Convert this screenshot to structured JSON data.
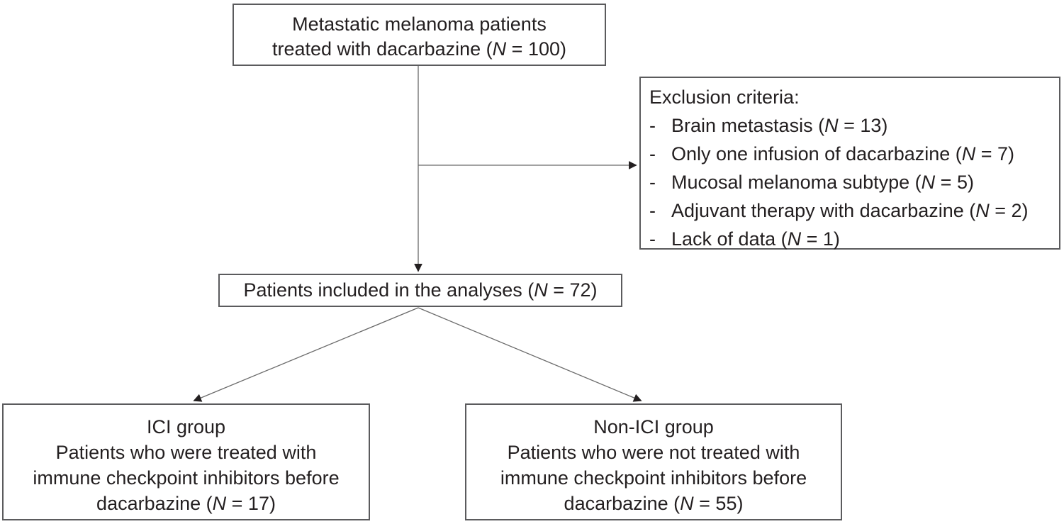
{
  "diagram": {
    "title_semantic": "Patient inclusion flow diagram",
    "colors": {
      "box_border": "#5b5b5d",
      "text": "#231f20",
      "connector_line": "#6a6a6a",
      "arrowhead": "#231f20",
      "background": "#ffffff"
    },
    "boxes": {
      "top": {
        "line1": "Metastatic melanoma patients",
        "line2_pre": "treated with dacarbazine (",
        "n": "N",
        "line2_post": " = 100)"
      },
      "exclusion": {
        "title": "Exclusion criteria:",
        "bullet": "-",
        "items": [
          {
            "pre": "Brain metastasis (",
            "n": "N",
            "post": " = 13)"
          },
          {
            "pre": "Only one infusion of dacarbazine (",
            "n": "N",
            "post": " = 7)"
          },
          {
            "pre": "Mucosal melanoma subtype (",
            "n": "N",
            "post": " = 5)"
          },
          {
            "pre": "Adjuvant therapy with dacarbazine (",
            "n": "N",
            "post": " = 2)"
          },
          {
            "pre": "Lack of data (",
            "n": "N",
            "post": " = 1)"
          }
        ]
      },
      "included": {
        "pre": "Patients included in the analyses (",
        "n": "N",
        "post": " = 72)"
      },
      "ici": {
        "line1": "ICI group",
        "line2": "Patients who were treated with",
        "line3": "immune checkpoint inhibitors before",
        "line4_pre": "dacarbazine (",
        "n": "N",
        "line4_post": " = 17)"
      },
      "non_ici": {
        "line1": "Non-ICI group",
        "line2": "Patients who were not treated with",
        "line3": "immune checkpoint inhibitors before",
        "line4_pre": "dacarbazine (",
        "n": "N",
        "line4_post": " = 55)"
      }
    }
  }
}
